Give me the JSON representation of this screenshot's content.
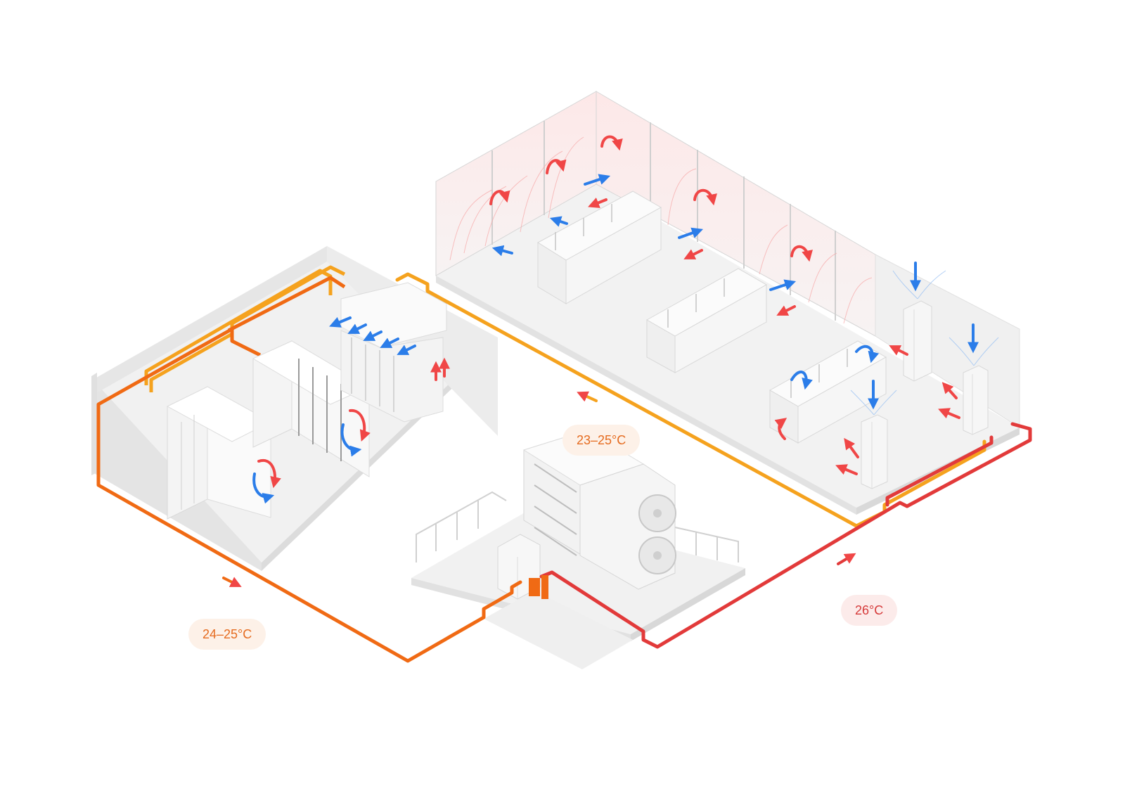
{
  "labels": {
    "dc_supply": "24–25°C",
    "office_supply": "23–25°C",
    "return": "26°C"
  },
  "colors": {
    "pipe_orange_dark": "#f06a14",
    "pipe_orange_light": "#f5a21e",
    "pipe_red": "#e23a3a",
    "airflow_warm": "#f04646",
    "airflow_cool": "#2b7de9",
    "badge_text_orange": "#e56b1f",
    "badge_text_red": "#d63b3b",
    "badge_bg_orange": "#fdf1e8",
    "badge_bg_red": "#fcebea",
    "floor": "#f1f1f1",
    "wall": "#e6e6e6",
    "equipment": "#f7f7f7"
  },
  "icons": {
    "flow_arrow": "arrow-icon",
    "cool_air": "cool-air-arrow-icon",
    "warm_air": "warm-air-arrow-icon",
    "fan": "fan-icon"
  }
}
